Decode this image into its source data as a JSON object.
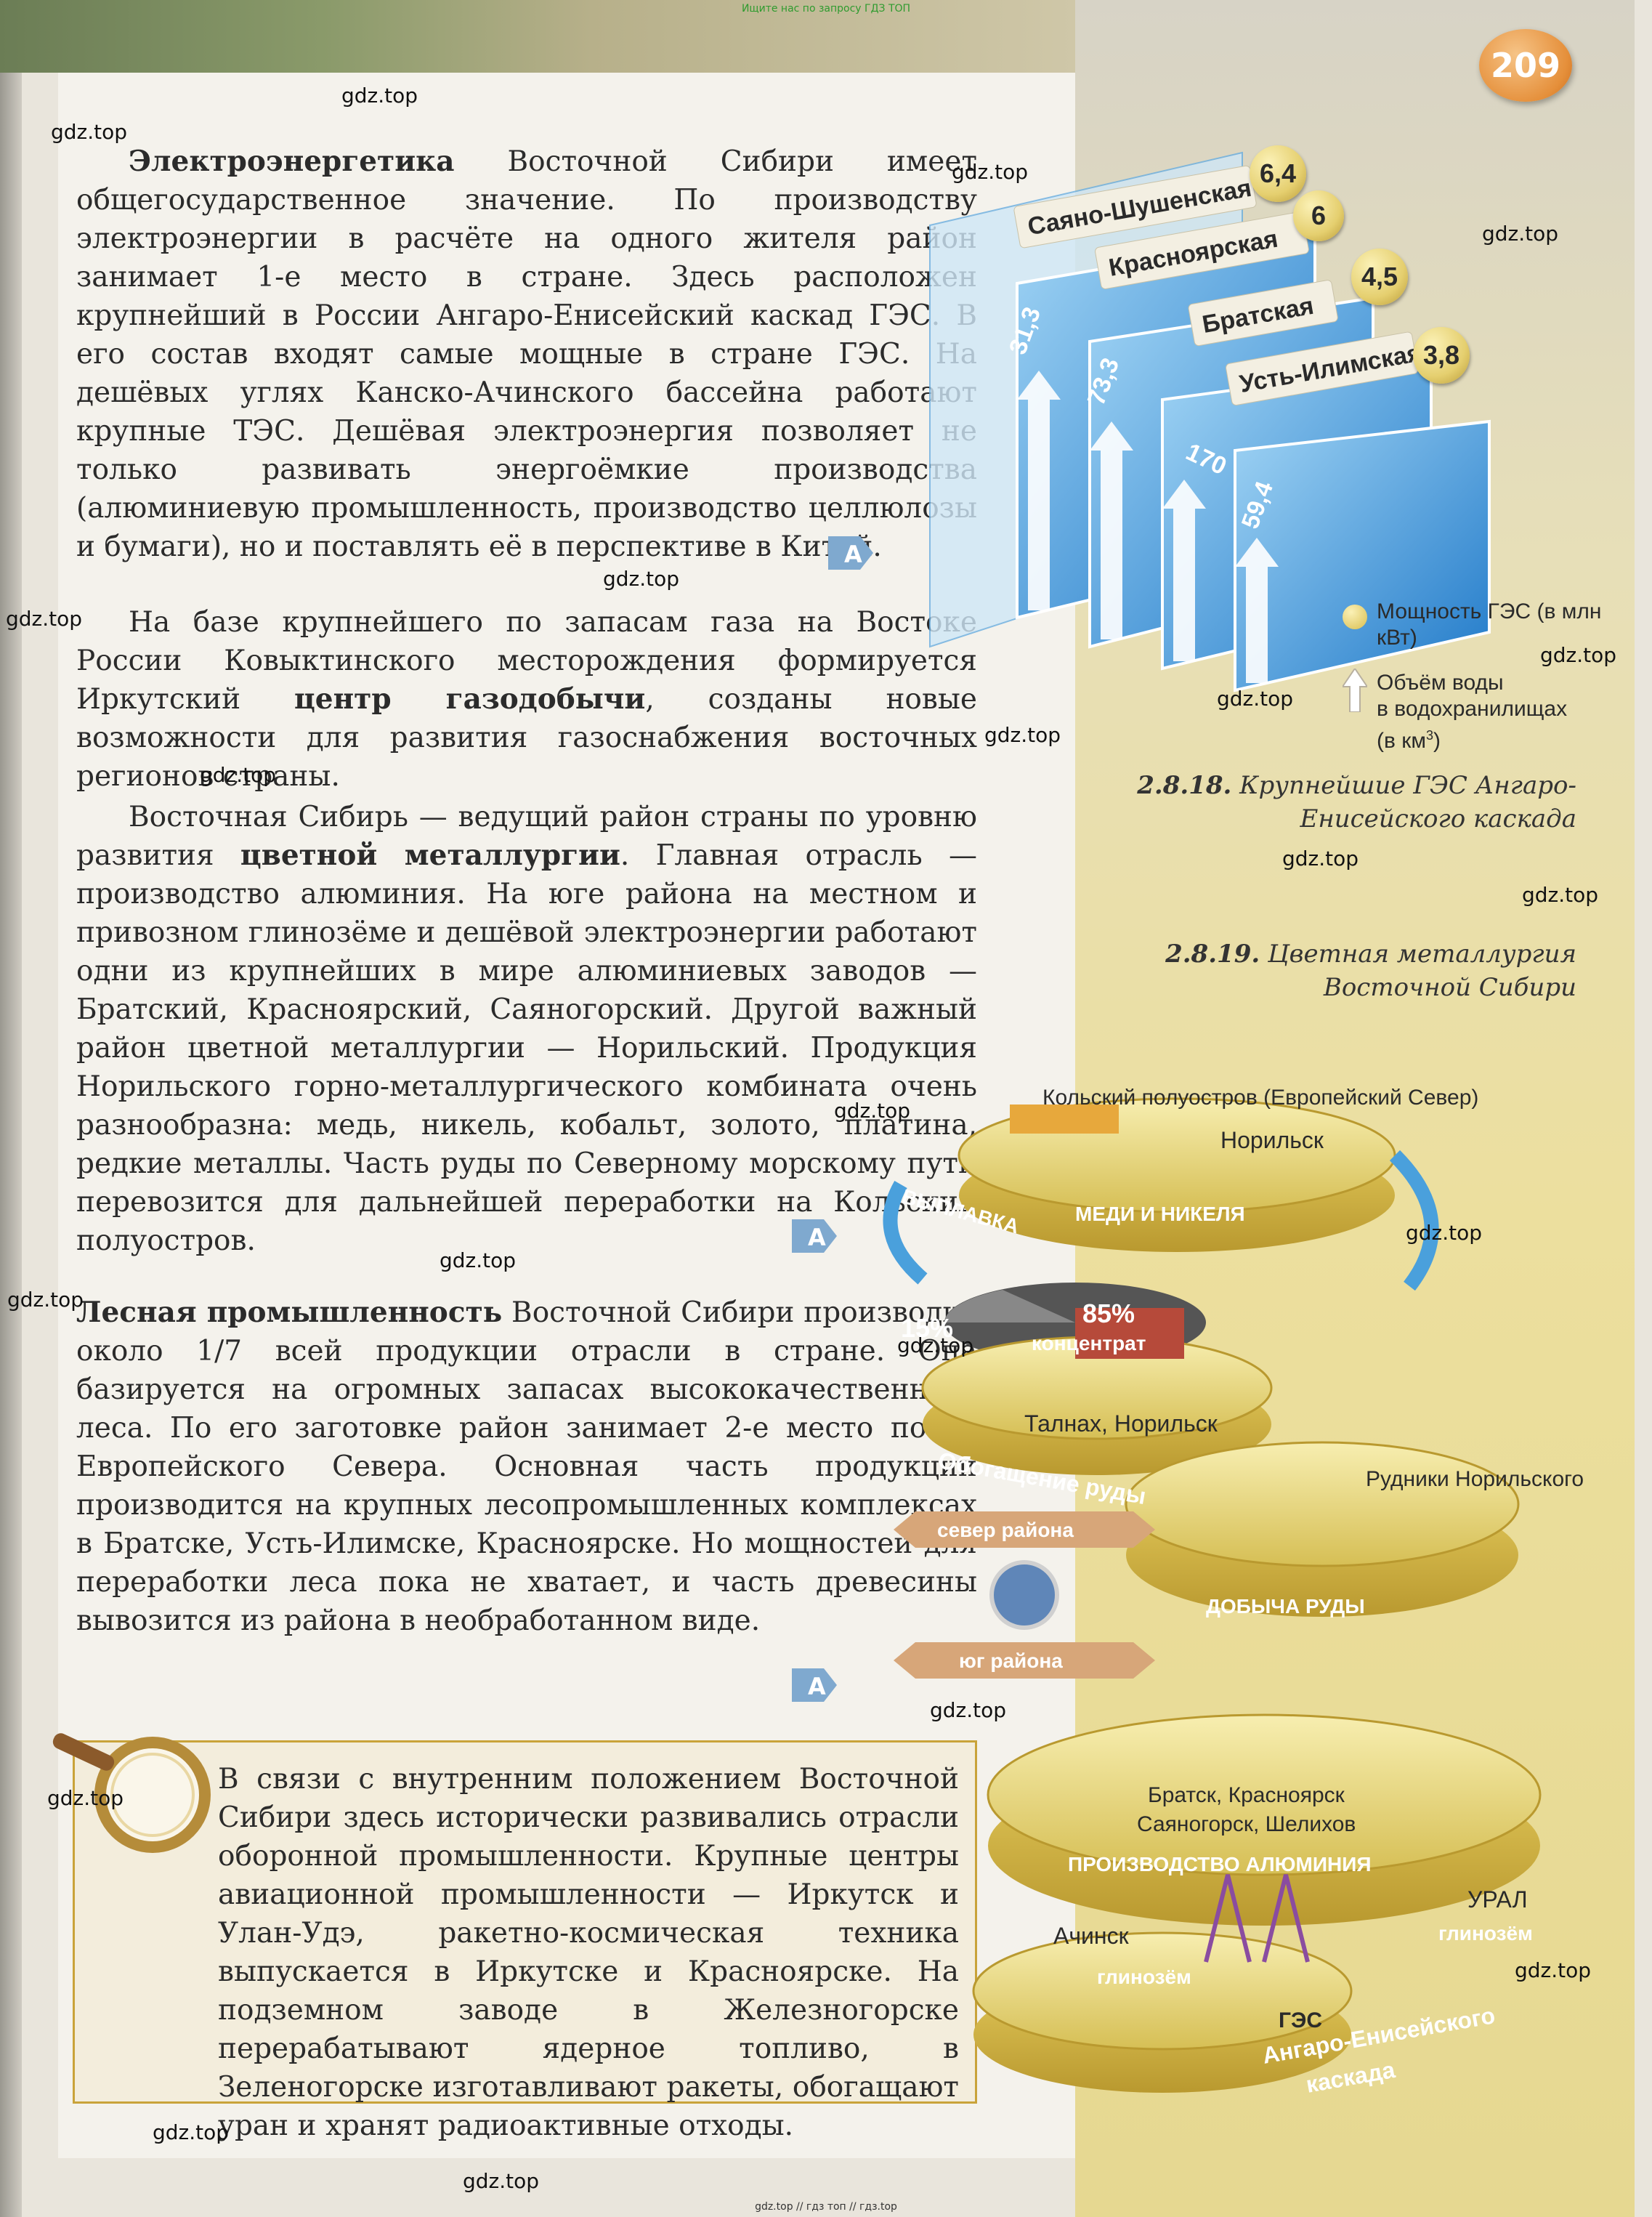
{
  "header_note": "Ищите нас по запросу ГДЗ ТОП",
  "footer_note": "gdz.top // гдз топ // гдз.top",
  "page_number": "209",
  "paragraphs": {
    "p1_lead": "Электроэнергетика",
    "p1_rest": " Восточной Сибири имеет общегосударственное значение. По производству электроэнергии в расчёте на одного жителя район занимает 1-е место в стране. Здесь расположен крупнейший в России Ангаро-Енисейский каскад ГЭС. В его состав входят самые мощные в стране ГЭС. На дешёвых углях Канско-Ачинского бассейна работают крупные ТЭС. Дешёвая электроэнергия позволяет не только развивать энергоёмкие производства (алюминиевую промышленность, производство целлюлозы и бумаги), но и поставлять её в перспективе в Китай.",
    "p2_start": "На базе крупнейшего по запасам газа на Востоке России Ковыктинского месторождения формируется Иркутский ",
    "p2_bold": "центр газодобычи",
    "p2_end": ", созданы новые возможности для развития газоснабжения восточных регионов страны.",
    "p3_start": "Восточная Сибирь — ведущий район страны по уровню развития ",
    "p3_bold": "цветной металлургии",
    "p3_end": ". Главная отрасль — производство алюминия. На юге района на местном и привозном глинозёме и дешёвой электроэнергии работают одни из крупнейших в мире алюминиевых заводов — Братский, Красноярский, Саяногорский. Другой важный район цветной металлургии — Норильский. Продукция Норильского горно-металлургического комбината очень разнообразна: медь, никель, кобальт, золото, платина, редкие металлы. Часть руды по Северному морскому пути перевозится для дальнейшей переработки на Кольский полуостров.",
    "p4_lead": "Лесная промышленность",
    "p4_rest": " Восточной Сибири производит около 1/7 всей продукции отрасли в стране. Она базируется на огромных запасах высококачественного леса. По его заготовке район занимает 2-е место после Европейского Севера. Основная часть продукции производится на крупных лесопромышленных комплексах в Братске, Усть-Илимске, Красноярске. Но мощностей для переработки леса пока не хватает, и часть древесины вывозится из района в необработанном виде.",
    "infobox": "В связи с внутренним положением Восточной Сибири здесь исторически развивались отрасли оборонной промышленности. Крупные центры авиационной промышленности — Иркутск и Улан-Удэ, ракетно-космическая техника выпускается в Иркутске и Красноярске. На подземном заводе в Железногорске перерабатывают ядерное топливо, в Зеленогорске изготавливают ракеты, обогащают уран и хранят радиоактивные отходы."
  },
  "figure1": {
    "caption_num": "2.8.18.",
    "caption_text": "Крупнейшие ГЭС Ангаро-Енисейского каскада",
    "stations": [
      {
        "name": "Саяно-Шушенская",
        "power": "6,4",
        "volume": "31,3"
      },
      {
        "name": "Красноярская",
        "power": "6",
        "volume": "73,3"
      },
      {
        "name": "Братская",
        "power": "4,5",
        "volume": "170"
      },
      {
        "name": "Усть-Илимская",
        "power": "3,8",
        "volume": "59,4"
      }
    ],
    "legend_power": "Мощность ГЭС (в млн кВт)",
    "legend_volume_1": "Объём воды",
    "legend_volume_2": "в водохранилищах",
    "legend_volume_3": "(в км",
    "legend_volume_sup": "3",
    "legend_volume_4": ")"
  },
  "figure2": {
    "caption_num": "2.8.19.",
    "caption_text": "Цветная металлургия Восточной Сибири",
    "kola": "Кольский полуостров (Европейский Север)",
    "norilsk": "Норильск",
    "smelting": "ВЫПЛАВКА",
    "copper_nickel": "МЕДИ И НИКЕЛЯ",
    "pct_15": "15%",
    "pct_85": "85%",
    "concentrate": "концентрат",
    "talnakh": "Талнах, Норильск",
    "enrichment": "Обогащение руды",
    "mines": "Рудники Норильского района",
    "north": "север района",
    "mining": "ДОБЫЧА РУДЫ",
    "south": "юг района",
    "bratsk": "Братск, Красноярск",
    "sayanogorsk": "Саяногорск, Шелихов",
    "aluminium": "ПРОИЗВОДСТВО АЛЮМИНИЯ",
    "ural": "УРАЛ",
    "alumina1": "глинозём",
    "achinsk": "Ачинск",
    "alumina2": "глинозём",
    "ges": "ГЭС",
    "cascade1": "Ангаро-Енисейского",
    "cascade2": "каскада"
  },
  "watermark": "gdz.top",
  "marker_letter": "A",
  "colors": {
    "accent_orange": "#e58f3a",
    "water_blue": "#2f8ed9",
    "gold_ring": "#e7d46a",
    "infobox_border": "#c9a33a"
  }
}
